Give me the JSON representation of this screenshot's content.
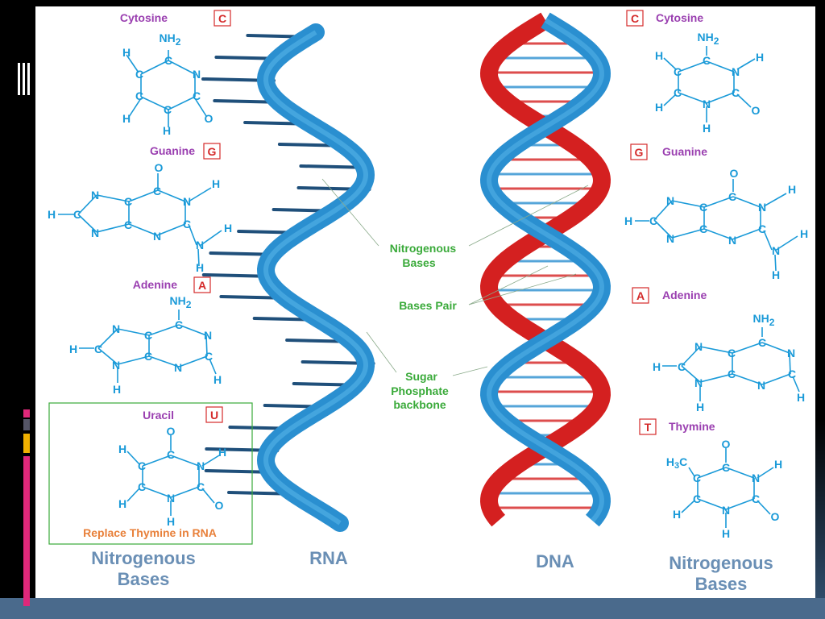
{
  "labels": {
    "rna": "RNA",
    "dna": "DNA",
    "nitrogenous_bases_left_line1": "Nitrogenous",
    "nitrogenous_bases_left_line2": "Bases",
    "nitrogenous_bases_right_line1": "Nitrogenous",
    "nitrogenous_bases_right_line2": "Bases",
    "center_nitro_line1": "Nitrogenous",
    "center_nitro_line2": "Bases",
    "bases_pair": "Bases Pair",
    "sugar_line1": "Sugar",
    "sugar_line2": "Phosphate",
    "sugar_line3": "backbone",
    "uracil_note": "Replace Thymine in RNA"
  },
  "left_bases": [
    {
      "name": "Cytosine",
      "letter": "C"
    },
    {
      "name": "Guanine",
      "letter": "G"
    },
    {
      "name": "Adenine",
      "letter": "A"
    },
    {
      "name": "Uracil",
      "letter": "U"
    }
  ],
  "right_bases": [
    {
      "name": "Cytosine",
      "letter": "C"
    },
    {
      "name": "Guanine",
      "letter": "G"
    },
    {
      "name": "Adenine",
      "letter": "A"
    },
    {
      "name": "Thymine",
      "letter": "T"
    }
  ],
  "atoms": {
    "H": "H",
    "N": "N",
    "C": "C",
    "O": "O",
    "NH": "NH",
    "two": "2",
    "three": "3"
  },
  "colors": {
    "blue_strand": "#2a8fd0",
    "red_strand": "#d42020",
    "rung_dark": "#1f4f7a",
    "atom_blue": "#1a9ad8",
    "base_name_purple": "#9a3fb0",
    "letter_red": "#d42a2a",
    "green_text": "#3aaa3a",
    "gray_blue_text": "#6a8fb5",
    "orange_text": "#e8803a"
  }
}
